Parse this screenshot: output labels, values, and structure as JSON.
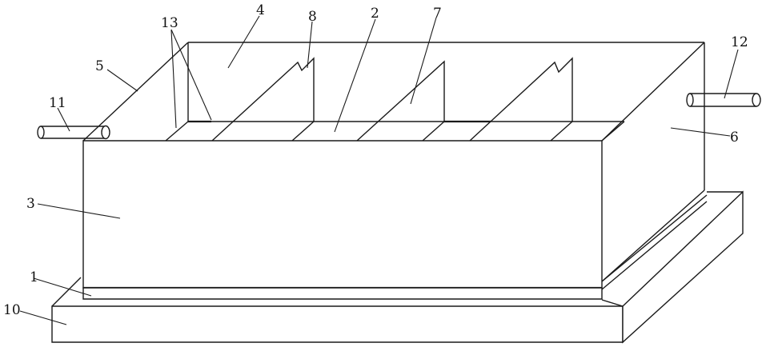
{
  "figure": {
    "labels": [
      {
        "key": "l1",
        "text": "1"
      },
      {
        "key": "l2",
        "text": "2"
      },
      {
        "key": "l3",
        "text": "3"
      },
      {
        "key": "l4",
        "text": "4"
      },
      {
        "key": "l5",
        "text": "5"
      },
      {
        "key": "l6",
        "text": "6"
      },
      {
        "key": "l7",
        "text": "7"
      },
      {
        "key": "l8",
        "text": "8"
      },
      {
        "key": "l10",
        "text": "10"
      },
      {
        "key": "l11",
        "text": "11"
      },
      {
        "key": "l12",
        "text": "12"
      },
      {
        "key": "l13",
        "text": "13"
      }
    ]
  }
}
